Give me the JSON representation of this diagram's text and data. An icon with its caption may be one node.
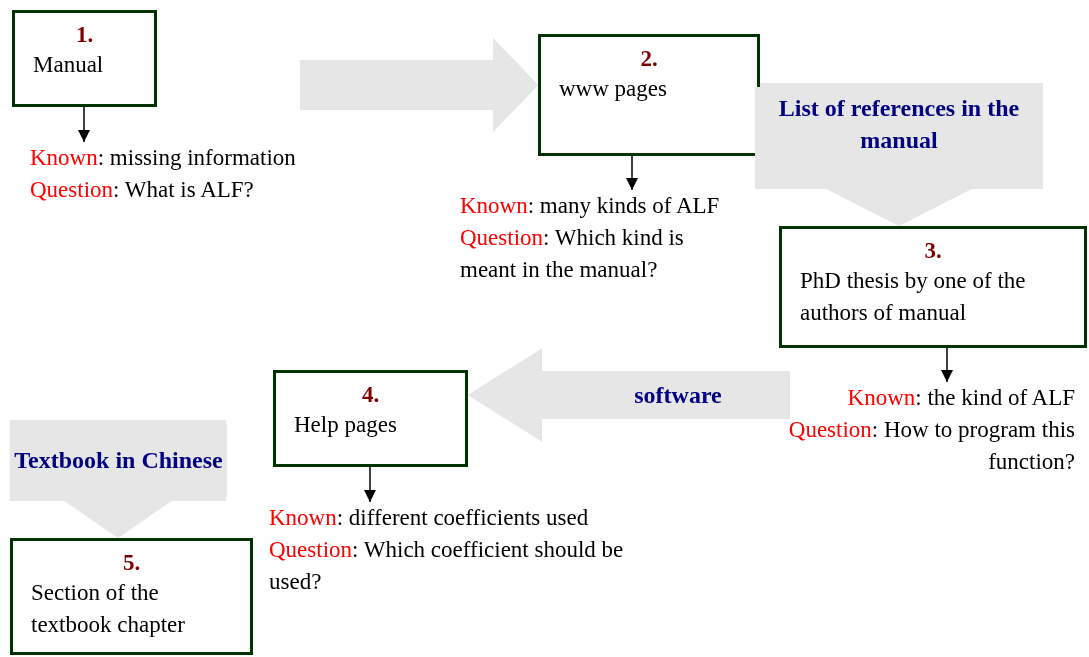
{
  "diagram": {
    "nodes": [
      {
        "text": [
          "1.",
          "Manual"
        ]
      },
      {
        "text": [
          "Known: missing information",
          "Question:  What is ALF?"
        ]
      },
      {
        "text": [
          "2.",
          "www pages"
        ]
      },
      {
        "text": [
          "Known: many kinds of ALF",
          "Question: Which kind is meant in the manual?"
        ]
      },
      {
        "text": [
          "3.",
          "PhD thesis by one of the authors of manual"
        ]
      },
      {
        "text": [
          "Known: the kind of ALF",
          "Question: How to program this function?"
        ]
      },
      {
        "text": [
          "4.",
          "Help pages"
        ]
      },
      {
        "text": [
          "Known: different coefficients used",
          "Question: Which coefficient should be used?"
        ]
      },
      {
        "text": [
          "5.",
          "Section of the textbook chapter"
        ]
      }
    ],
    "edges": [
      {
        "from": 0,
        "to": 1,
        "arrow": "to"
      },
      {
        "from": 0,
        "to": 2,
        "arrow": "to",
        "style": "thick",
        "color": "#e6e6e6"
      },
      {
        "from": 2,
        "to": 3,
        "arrow": "to"
      },
      {
        "from": 2,
        "to": 4,
        "arrow": "to",
        "label": "List of references in the manual",
        "style": "thick",
        "color": "#e6e6e6"
      },
      {
        "from": 4,
        "to": 5,
        "arrow": "to"
      },
      {
        "from": 4,
        "to": 6,
        "arrow": "to",
        "label": "software",
        "style": "thick",
        "color": "#e6e6e6"
      },
      {
        "from": 6,
        "to": 7,
        "arrow": "to"
      },
      {
        "from": null,
        "to": 8,
        "arrow": "to",
        "label": "Textbook in Chinese",
        "style": "thick",
        "color": "#e6e6e6"
      }
    ]
  }
}
